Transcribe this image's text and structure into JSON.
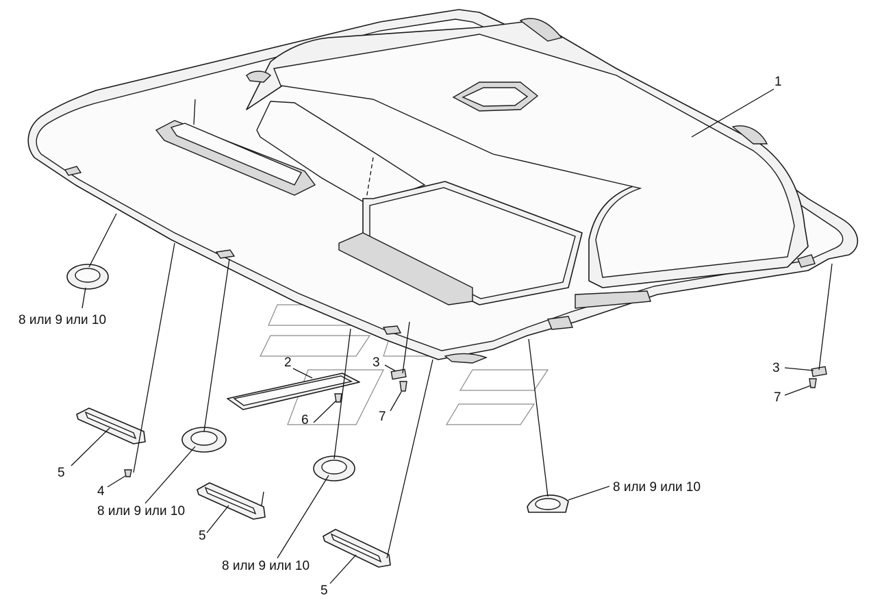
{
  "callouts": {
    "c1": "1",
    "c2": "2",
    "c3a": "3",
    "c3b": "3",
    "c4": "4",
    "c5a": "5",
    "c5b": "5",
    "c5c": "5",
    "c6": "6",
    "c7a": "7",
    "c7b": "7",
    "c8a": "8 или 9 или 10",
    "c8b": "8 или 9 или 10",
    "c8c": "8 или 9 или 10",
    "c8d": "8 или 9 или 10"
  }
}
